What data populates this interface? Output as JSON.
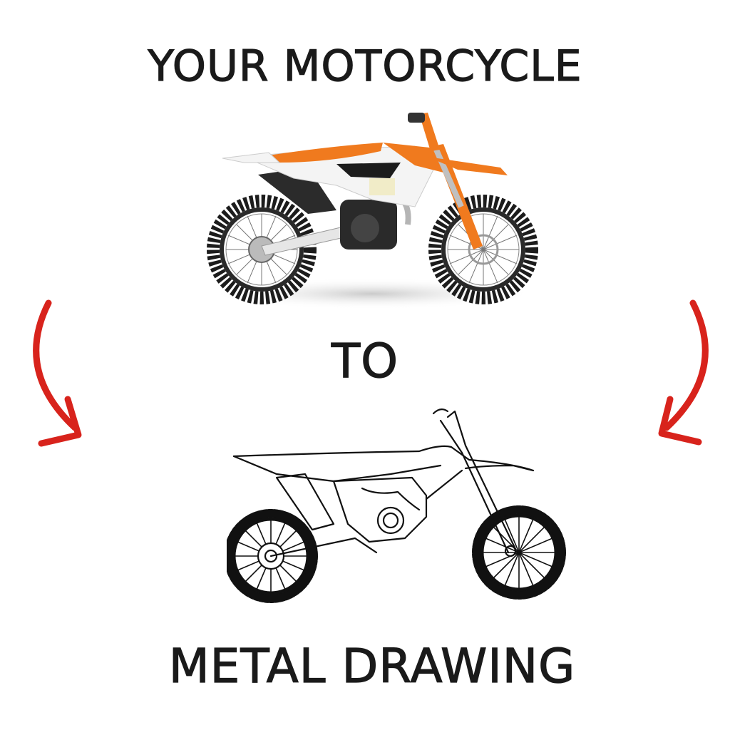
{
  "headings": {
    "top": "YOUR MOTORCYCLE",
    "middle": "TO",
    "bottom": "METAL DRAWING"
  },
  "images": {
    "photo": "orange-white dirt bike photo",
    "drawing": "black metal line-art dirt bike"
  },
  "colors": {
    "text": "#1a1a1a",
    "arrow": "#d8231c",
    "bike_orange": "#f07a1e",
    "bike_dark": "#1c1c1c"
  }
}
